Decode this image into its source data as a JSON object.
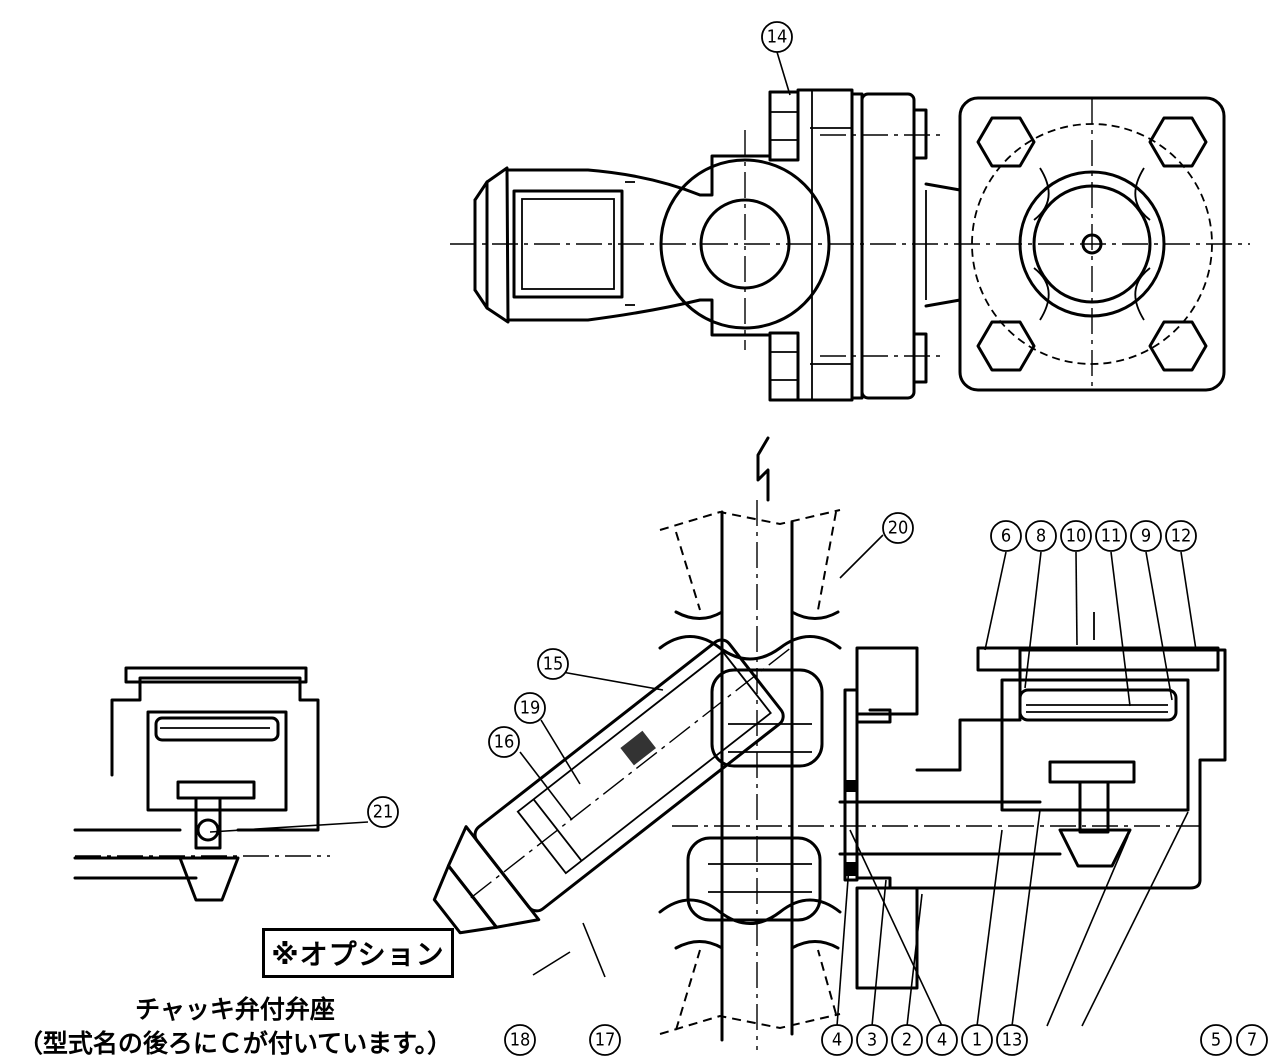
{
  "option_label": "※オプション",
  "caption_title": "チャッキ弁付弁座",
  "caption_note": "（型式名の後ろにＣが付いています。）",
  "balloons": [
    {
      "id": "b14",
      "label": "14"
    },
    {
      "id": "b20",
      "label": "20"
    },
    {
      "id": "b15",
      "label": "15"
    },
    {
      "id": "b19",
      "label": "19"
    },
    {
      "id": "b16",
      "label": "16"
    },
    {
      "id": "b6",
      "label": "6"
    },
    {
      "id": "b8",
      "label": "8"
    },
    {
      "id": "b10",
      "label": "10"
    },
    {
      "id": "b11",
      "label": "11"
    },
    {
      "id": "b9",
      "label": "9"
    },
    {
      "id": "b12",
      "label": "12"
    },
    {
      "id": "b21",
      "label": "21"
    },
    {
      "id": "b18",
      "label": "18"
    },
    {
      "id": "b17",
      "label": "17"
    },
    {
      "id": "b4a",
      "label": "4"
    },
    {
      "id": "b3",
      "label": "3"
    },
    {
      "id": "b2",
      "label": "2"
    },
    {
      "id": "b4b",
      "label": "4"
    },
    {
      "id": "b1",
      "label": "1"
    },
    {
      "id": "b13",
      "label": "13"
    },
    {
      "id": "b5",
      "label": "5"
    },
    {
      "id": "b7",
      "label": "7"
    }
  ]
}
